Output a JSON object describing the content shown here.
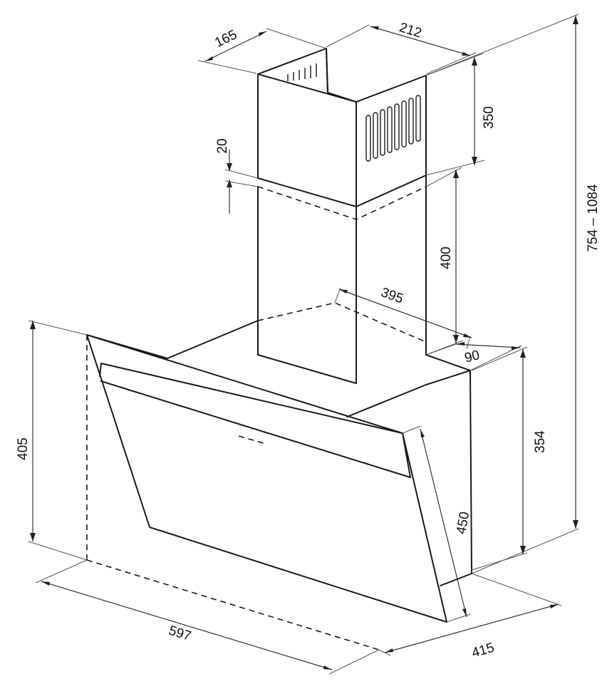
{
  "dimensions": {
    "chimney_depth": "165",
    "chimney_width": "212",
    "upper_chimney_height": "350",
    "overlap": "20",
    "lower_chimney_height": "400",
    "chimney_offset": "395",
    "rear_offset": "90",
    "total_height": "754 – 1084",
    "front_height": "405",
    "body_height": "354",
    "glass_length": "450",
    "width": "597",
    "depth": "415"
  }
}
